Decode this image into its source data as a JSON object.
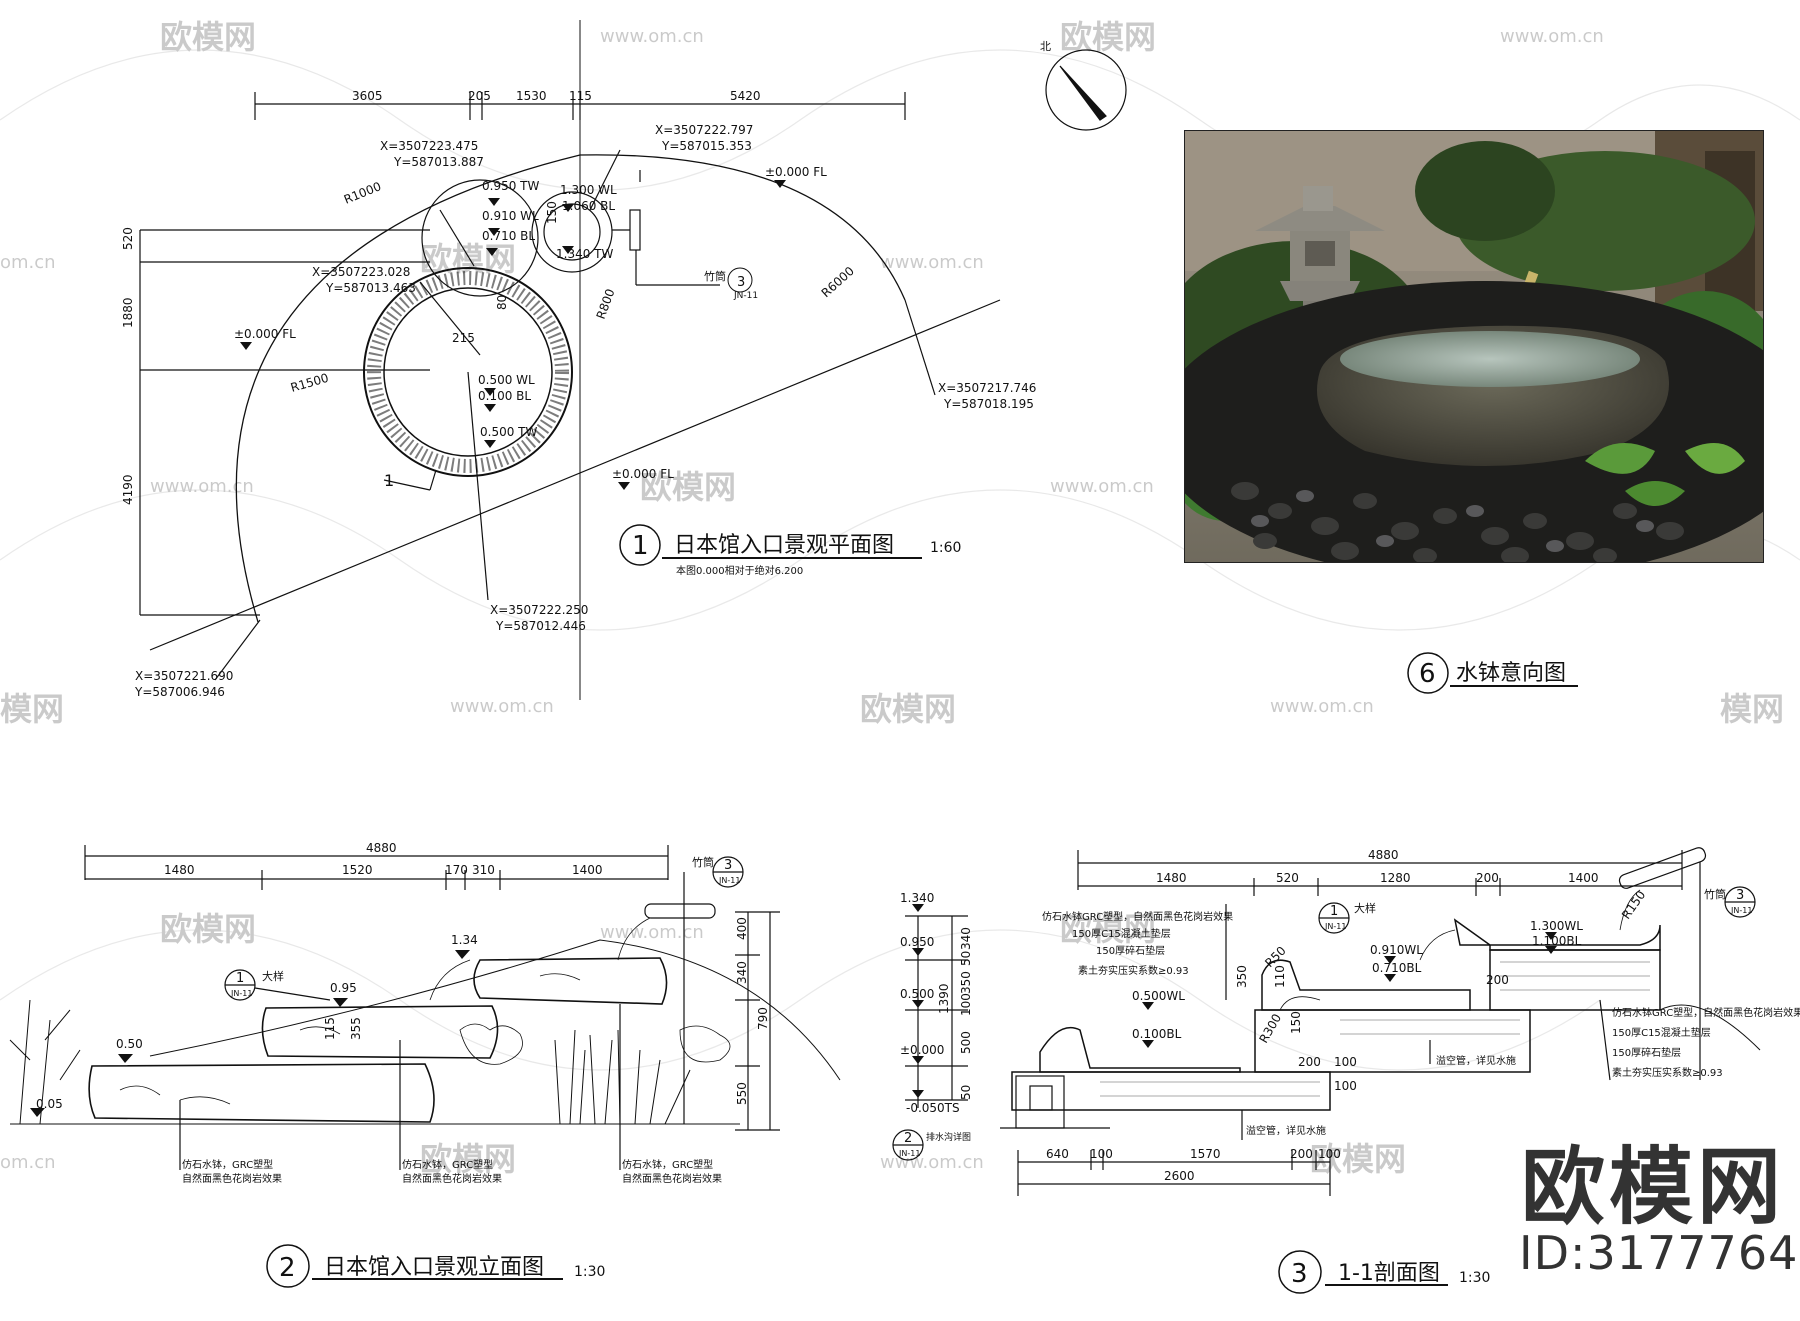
{
  "watermark": {
    "logo_text": "欧模网",
    "url_text": "www.om.cn",
    "url_fragment": "om.cn",
    "logo_fragment": "模网"
  },
  "plan": {
    "number": "1",
    "title": "日本馆入口景观平面图",
    "scale": "1:60",
    "note": "本图0.000相对于绝对6.200",
    "north_label": "北",
    "top_dims": [
      "3605",
      "205",
      "1530",
      "115",
      "5420"
    ],
    "left_dims": [
      "520",
      "1880",
      "4190"
    ],
    "coords": [
      {
        "x": "X=3507223.475",
        "y": "Y=587013.887"
      },
      {
        "x": "X=3507222.797",
        "y": "Y=587015.353"
      },
      {
        "x": "X=3507223.028",
        "y": "Y=587013.463"
      },
      {
        "x": "X=3507217.746",
        "y": "Y=587018.195"
      },
      {
        "x": "X=3507222.250",
        "y": "Y=587012.446"
      },
      {
        "x": "X=3507221.690",
        "y": "Y=587006.946"
      }
    ],
    "levels": {
      "tw_095": "0.950 TW",
      "wl_091": "0.910 WL",
      "bl_071": "0.710 BL",
      "tw_130": "1.300 WL",
      "bl_106": "1.060 BL",
      "tw_134": "1.340 TW",
      "fl_top": "±0.000 FL",
      "fl_left": "±0.000 FL",
      "fl_mid": "±0.000 FL",
      "wl_050": "0.500 WL",
      "bl_010": "0.100 BL",
      "tw_050": "0.500 TW"
    },
    "radii": {
      "r1000": "R1000",
      "r800": "R800",
      "r1500": "R1500",
      "r6000": "R6000"
    },
    "small_dims": {
      "d215": "215",
      "d150": "150",
      "d80": "80"
    },
    "section_mark": "1",
    "callout_label": "竹筒",
    "callout_num": "3",
    "callout_sub": "JN-11"
  },
  "photo": {
    "number": "6",
    "title": "水钵意向图"
  },
  "elevation": {
    "number": "2",
    "title": "日本馆入口景观立面图",
    "scale": "1:30",
    "overall": "4880",
    "dims": [
      "1480",
      "1520",
      "170",
      "310",
      "1400"
    ],
    "right_dims": [
      "400",
      "340",
      "790",
      "550"
    ],
    "levels": [
      "1.34",
      "0.95",
      "0.50",
      "0.05"
    ],
    "mid_dims": [
      "115",
      "355"
    ],
    "notes": [
      {
        "line1": "仿石水钵，GRC塑型",
        "line2": "自然面黑色花岗岩效果"
      },
      {
        "line1": "仿石水钵，GRC塑型",
        "line2": "自然面黑色花岗岩效果"
      },
      {
        "line1": "仿石水钵，GRC塑型",
        "line2": "自然面黑色花岗岩效果"
      }
    ],
    "detail_label": "大样",
    "detail_num": "1",
    "detail_sub": "JN-11",
    "bamboo_label": "竹筒",
    "bamboo_num": "3",
    "bamboo_sub": "JN-11"
  },
  "section": {
    "number": "3",
    "title": "1-1剖面图",
    "scale": "1:30",
    "overall": "4880",
    "dims": [
      "1480",
      "520",
      "1280",
      "200",
      "1400"
    ],
    "bottom_dims": [
      "640",
      "100",
      "1570",
      "200",
      "100"
    ],
    "bottom_total": "2600",
    "left_levels": [
      "1.340",
      "0.950",
      "0.500",
      "±0.000",
      "-0.050TS"
    ],
    "left_dims": [
      "340",
      "50",
      "350",
      "100",
      "1390",
      "500",
      "50"
    ],
    "inner_levels": {
      "wl_130": "1.300WL",
      "bl_110": "1.100BL",
      "wl_091": "0.910WL",
      "bl_071": "0.710BL",
      "wl_050": "0.500WL",
      "bl_010": "0.100BL"
    },
    "inner_dims": [
      "350",
      "110",
      "200",
      "150",
      "100",
      "200",
      "100"
    ],
    "radii": {
      "r50": "R50",
      "r300": "R300",
      "r150": "R150"
    },
    "notes_left": [
      "仿石水钵GRC塑型，自然面黑色花岗岩效果",
      "150厚C15混凝土垫层",
      "150厚碎石垫层",
      "素土夯实压实系数≥0.93"
    ],
    "notes_right": [
      "仿石水钵GRC塑型，自然面黑色花岗岩效果",
      "150厚C15混凝土垫层",
      "150厚碎石垫层",
      "素土夯实压实系数≥0.93"
    ],
    "pipe_note1": "溢空管，详见水施",
    "pipe_note2": "溢空管，详见水施",
    "drain_label": "排水沟详图",
    "drain_num": "2",
    "drain_sub": "JN-11",
    "detail_label": "大样",
    "detail_num": "1",
    "detail_sub": "JN-11",
    "bamboo_label": "竹筒",
    "bamboo_num": "3",
    "bamboo_sub": "JN-11"
  },
  "brand": {
    "name": "欧模网",
    "id": "ID:3177764"
  }
}
